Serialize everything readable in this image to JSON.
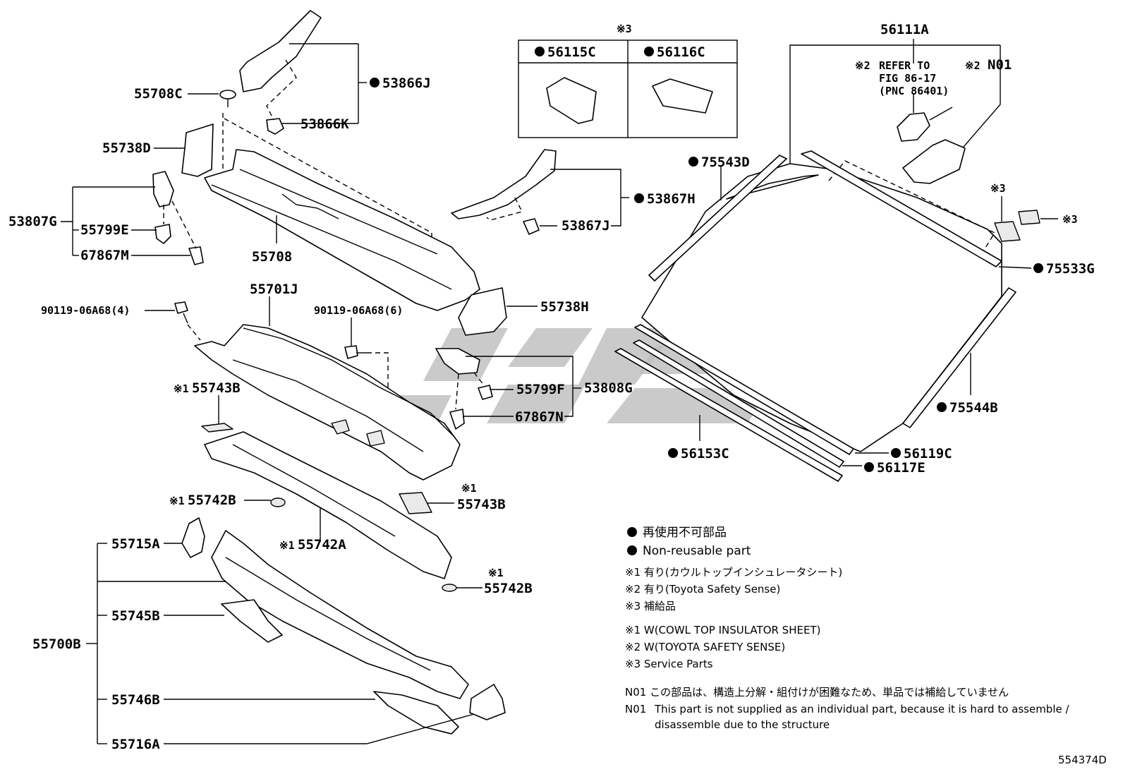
{
  "diagram": {
    "labels": {
      "l_53866J": "53866J",
      "l_55708C": "55708C",
      "l_53866K": "53866K",
      "l_55738D": "55738D",
      "l_53807G": "53807G",
      "l_55799E": "55799E",
      "l_67867M": "67867M",
      "l_55708": "55708",
      "l_55701J": "55701J",
      "l_90119_4": "90119-06A68(4)",
      "l_90119_6": "90119-06A68(6)",
      "l_55743B_a": "55743B",
      "l_55743B_b": "55743B",
      "l_55742B_a": "55742B",
      "l_55742A": "55742A",
      "l_55742B_b": "55742B",
      "l_55715A": "55715A",
      "l_55745B": "55745B",
      "l_55700B": "55700B",
      "l_55746B": "55746B",
      "l_55716A": "55716A",
      "l_53867H": "53867H",
      "l_53867J": "53867J",
      "l_55738H": "55738H",
      "l_55799F": "55799F",
      "l_53808G": "53808G",
      "l_67867N": "67867N",
      "l_56111A": "56111A",
      "l_N01": "N01",
      "l_refer1": "REFER TO",
      "l_refer2": "FIG 86-17",
      "l_refer3": "(PNC 86401)",
      "l_75543D": "75543D",
      "l_75533G": "75533G",
      "l_75544B": "75544B",
      "l_56153C": "56153C",
      "l_56119C": "56119C",
      "l_56117E": "56117E",
      "l_box_a": "56115C",
      "l_box_b": "56116C",
      "mark1": "※1",
      "mark2": "※2",
      "mark3": "※3",
      "bullet": "●"
    },
    "legend": {
      "line1": "再使用不可部品",
      "line2": "Non-reusable part",
      "line3": "※1 有り(カウルトップインシュレータシート)",
      "line4": "※2 有り(Toyota Safety Sense)",
      "line5": "※3 補給品",
      "line6": "※1 W(COWL TOP INSULATOR SHEET)",
      "line7": "※2 W(TOYOTA SAFETY SENSE)",
      "line8": "※3 Service Parts",
      "line9": "N01 この部品は、構造上分解・組付けが困難なため、単品では補給していません",
      "line10a": "N01",
      "line10b": "This part is not supplied as an individual part, because it is hard to assemble /",
      "line11": "disassemble due to the structure"
    },
    "figure_id": "554374D"
  }
}
